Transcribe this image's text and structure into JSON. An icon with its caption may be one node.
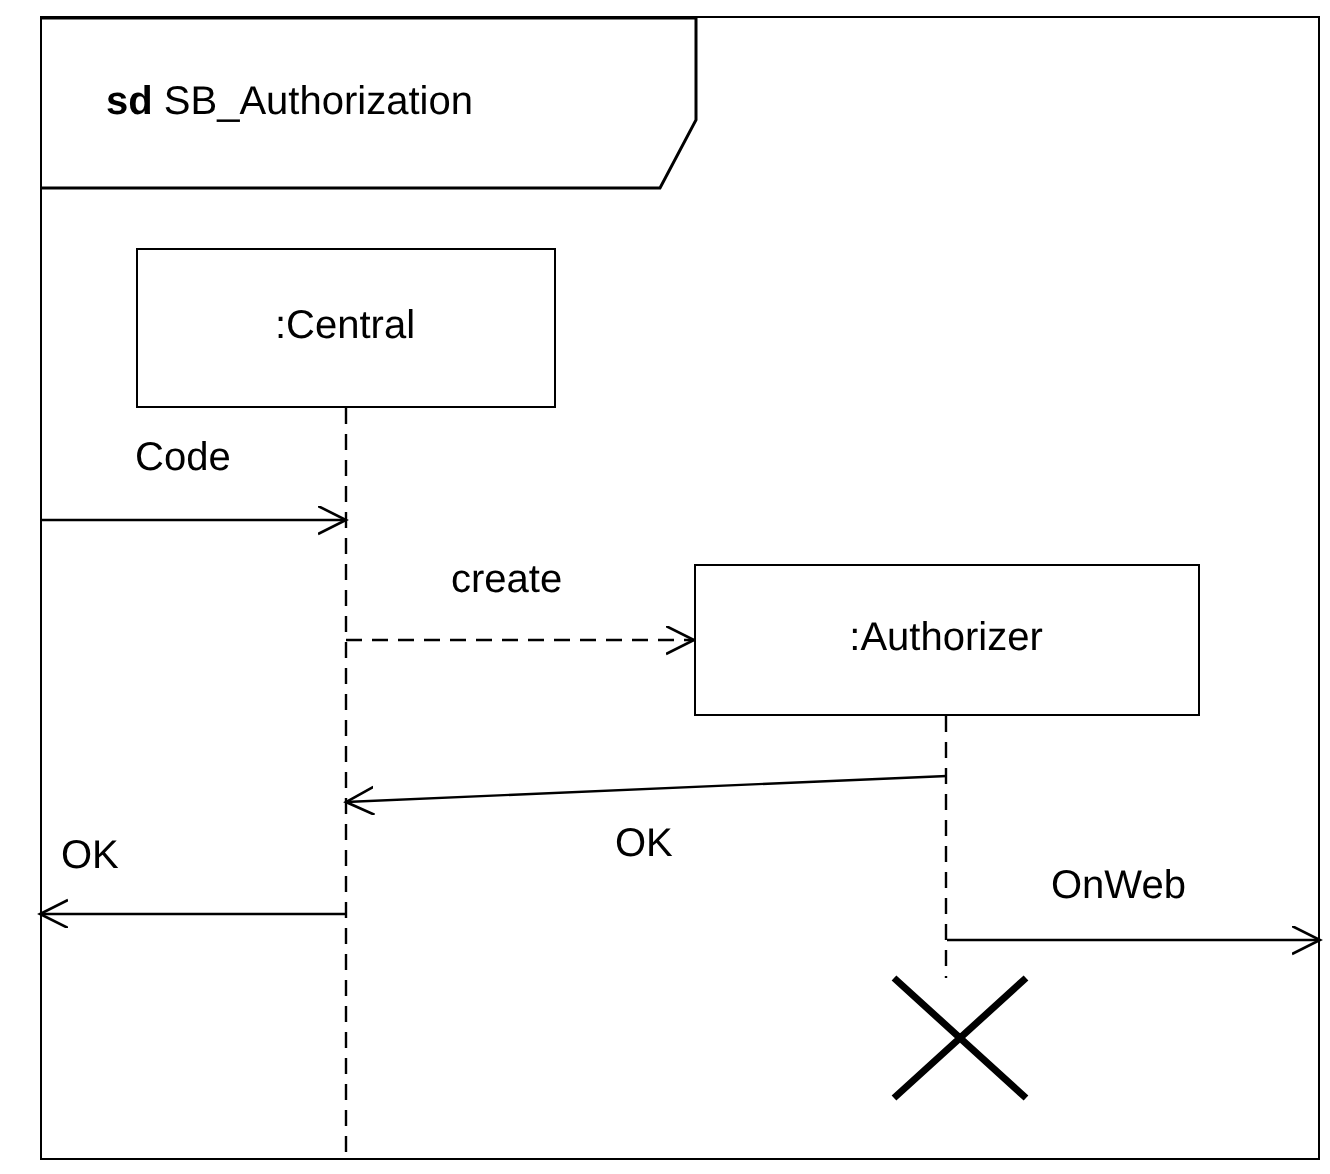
{
  "diagram": {
    "nodes": [
      {
        "text": [
          "**sd** SB_Authorization"
        ]
      },
      {
        "text": [
          ":Central"
        ],
        "in": 0
      },
      {
        "text": [
          ":Authorizer"
        ],
        "in": 0
      },
      {
        "text": [],
        "shape": "cross",
        "in": 0
      }
    ],
    "edges": [
      {
        "from": null,
        "to": 1,
        "arrow": "to",
        "label": "Code"
      },
      {
        "from": 1,
        "to": 2,
        "arrow": "to",
        "label": "create",
        "style": "dashed"
      },
      {
        "from": 2,
        "to": 1,
        "arrow": "to",
        "label": "OK"
      },
      {
        "from": 1,
        "to": null,
        "arrow": "to",
        "label": "OK"
      },
      {
        "from": 2,
        "to": null,
        "arrow": "to",
        "label": "OnWeb"
      }
    ]
  }
}
